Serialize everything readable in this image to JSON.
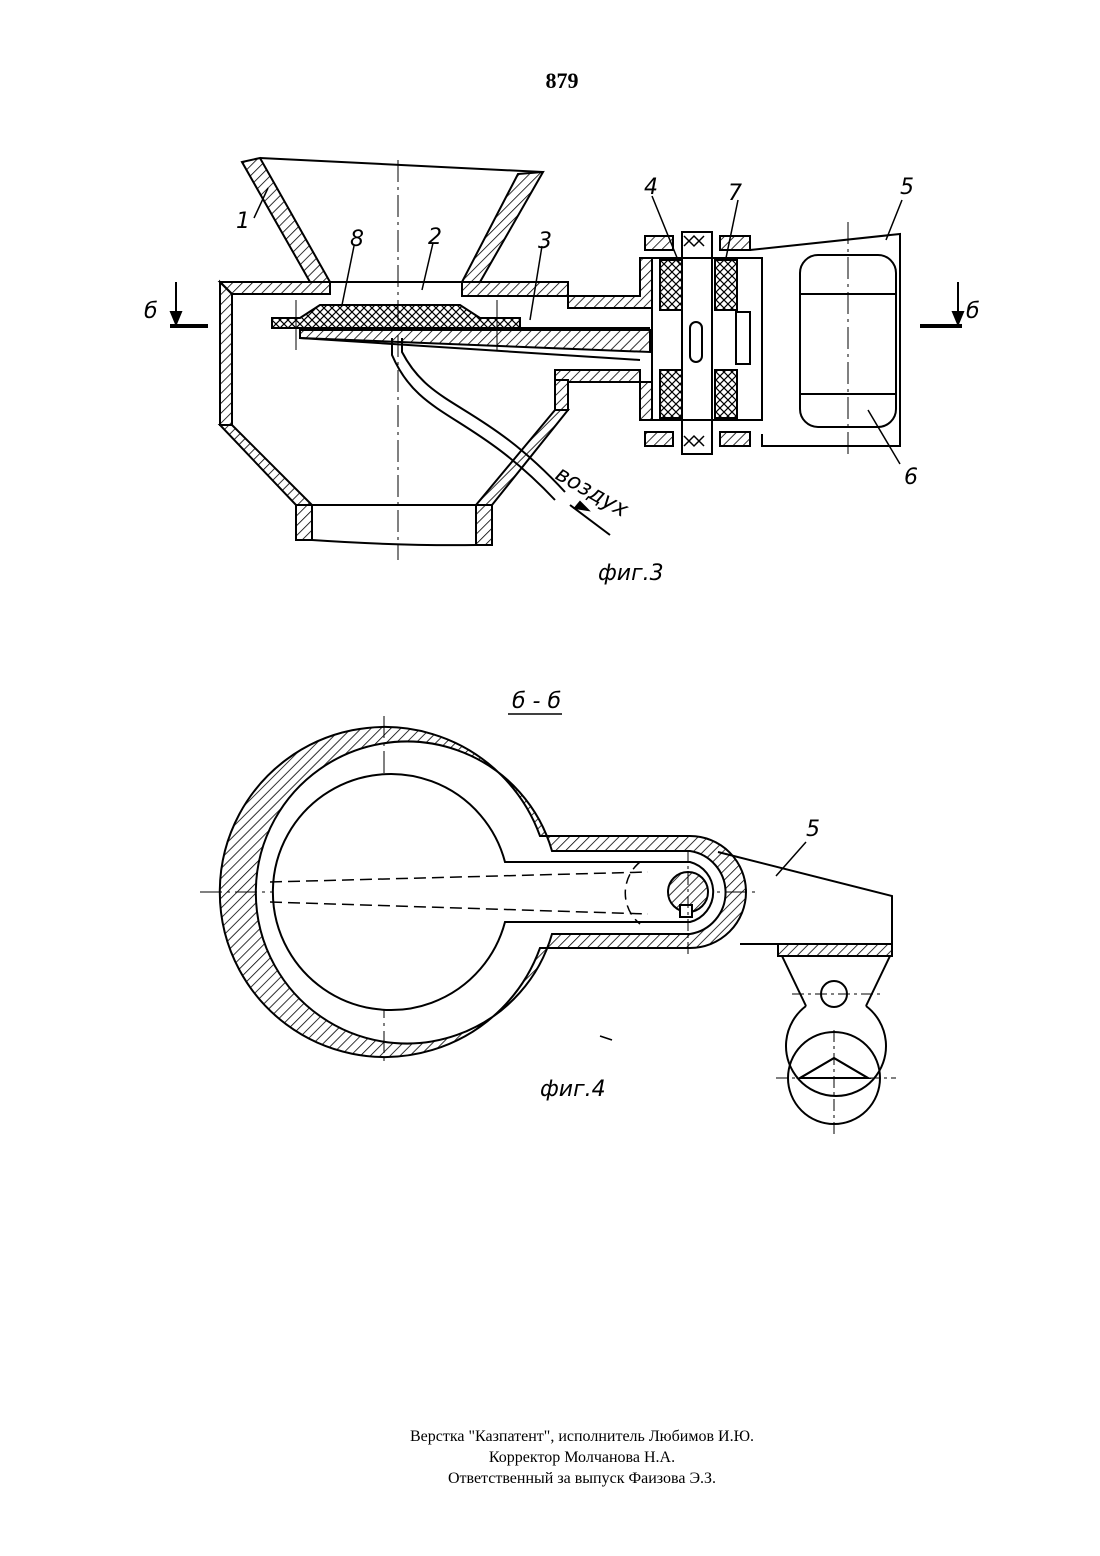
{
  "page_number": "879",
  "figure3": {
    "caption": "фиг.3",
    "section_mark_left": "б",
    "section_mark_right": "б",
    "air_label": "воздух",
    "callouts": {
      "c1": "1",
      "c2": "2",
      "c3": "3",
      "c4": "4",
      "c5": "5",
      "c6": "6",
      "c7": "7",
      "c8": "8"
    }
  },
  "figure4": {
    "section_title": "б - б",
    "caption": "фиг.4",
    "callout_5": "5"
  },
  "footer": {
    "line1": "Верстка \"Казпатент\", исполнитель Любимов И.Ю.",
    "line2": "Корректор Молчанова Н.А.",
    "line3": "Ответственный за выпуск Фаизова Э.З."
  }
}
